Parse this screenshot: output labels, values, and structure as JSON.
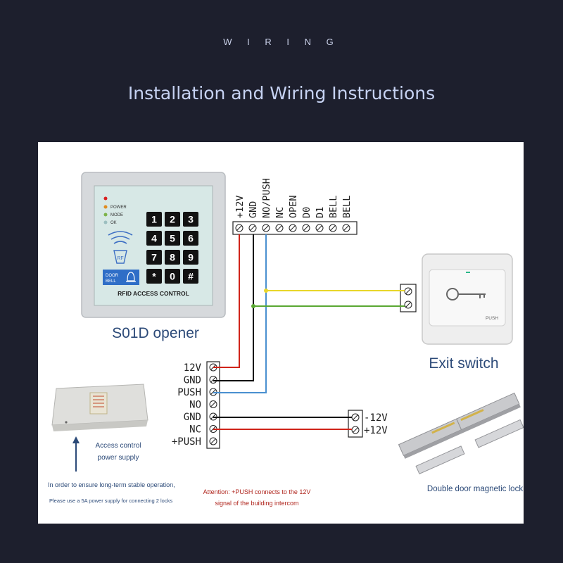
{
  "header": {
    "eyebrow": "W I R I N G",
    "title": "Installation and Wiring Instructions"
  },
  "keypad": {
    "indicators": [
      "POWER",
      "MODE",
      "OK"
    ],
    "rfid_tag": "RF",
    "keys": [
      "1",
      "2",
      "3",
      "4",
      "5",
      "6",
      "7",
      "8",
      "9",
      "*",
      "0",
      "#"
    ],
    "doorbell_label_1": "DOOR",
    "doorbell_label_2": "BELL",
    "footer": "RFID ACCESS CONTROL",
    "caption": "S01D opener"
  },
  "top_terminal": {
    "labels": [
      "+12V",
      "GND",
      "NO/PUSH",
      "NC",
      "OPEN",
      "D0",
      "D1",
      "BELL",
      "BELL"
    ]
  },
  "exit_switch": {
    "button_text": "PUSH",
    "caption": "Exit switch"
  },
  "power_terminal": {
    "labels": [
      "12V",
      "GND",
      "PUSH",
      "NO",
      "GND",
      "NC",
      "+PUSH"
    ]
  },
  "power_supply": {
    "caption_1": "Access control",
    "caption_2": "power supply"
  },
  "lock_terminal": {
    "labels": [
      "-12V",
      "+12V"
    ]
  },
  "lock": {
    "caption": "Double door magnetic lock"
  },
  "notes": {
    "line_1": "In order to ensure long-term stable operation,",
    "line_2": "Please use a 5A power supply for connecting 2 locks",
    "attention_1": "Attention: +PUSH connects to the 12V",
    "attention_2": "signal of the building intercom"
  },
  "colors": {
    "background": "#1d1f2d",
    "wire_red": "#d0241a",
    "wire_black": "#111111",
    "wire_blue": "#4a90d0",
    "wire_yellow": "#e8d62a",
    "wire_green": "#5aa832",
    "caption_blue": "#2c4a78",
    "attention_red": "#b0261e"
  }
}
